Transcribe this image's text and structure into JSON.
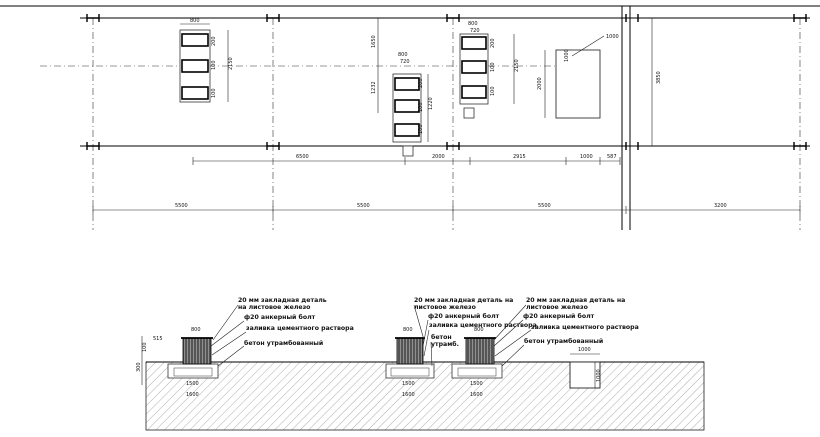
{
  "plan": {
    "span_dims": [
      "5500",
      "5500",
      "5500",
      "3200"
    ],
    "chain_dims": [
      "6500",
      "2000",
      "2915",
      "1000",
      "587"
    ],
    "foundation_a": {
      "width": "800",
      "height": "2150",
      "sub": [
        "200",
        "100",
        "100"
      ]
    },
    "foundation_b": {
      "width": "800",
      "sub_width": "720",
      "heights": [
        "1650",
        "1232",
        "1220",
        "200",
        "100",
        "100"
      ]
    },
    "foundation_c": {
      "width": "800",
      "sub_width": "720",
      "heights": [
        "2150",
        "200",
        "100",
        "100"
      ]
    },
    "pit": {
      "width": "1000",
      "height": "2000",
      "inner": "1000"
    },
    "offset": "3850"
  },
  "section": {
    "left_dims": [
      "515",
      "100",
      "300"
    ],
    "block_a": {
      "top_width": "800",
      "base_inner": "1500",
      "base_outer": "1600",
      "labels": [
        "20 мм закладная деталь",
        "на листовое железо",
        "ф20 анкерный болт",
        "заливка цементного раствора",
        "бетон утрамбованный"
      ]
    },
    "block_b": {
      "top_width": "800",
      "base_inner": "1500",
      "base_outer": "1600",
      "labels": [
        "20 мм закладная деталь на",
        "листовое железо",
        "ф20 анкерный болт",
        "заливка цементного раствора",
        "бетон",
        "утрамб."
      ]
    },
    "block_c": {
      "top_width": "800",
      "base_inner": "1500",
      "base_outer": "1600",
      "labels": [
        "20 мм закладная деталь на",
        "листовое железо",
        "ф20 анкерный болт",
        "заливка цементного раствора",
        "бетон утрамбованный"
      ]
    },
    "pit": {
      "width": "1000",
      "depth": "1000"
    }
  }
}
